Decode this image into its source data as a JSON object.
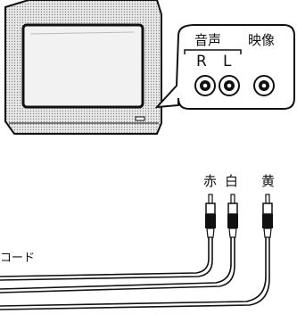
{
  "labels": {
    "audio": "音声",
    "video": "映像",
    "right": "R",
    "left": "L",
    "red": "赤",
    "white": "白",
    "yellow": "黄",
    "cord": "コード"
  }
}
